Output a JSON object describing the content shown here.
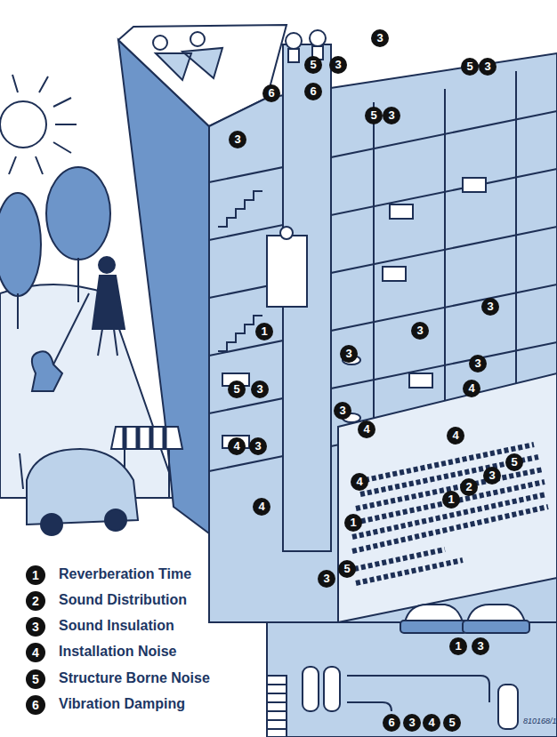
{
  "diagram": {
    "labels": [
      "3",
      "5",
      "3",
      "5",
      "3",
      "6",
      "6",
      "5",
      "3",
      "3",
      "3",
      "1",
      "3",
      "3",
      "3",
      "5",
      "3",
      "4",
      "3",
      "4",
      "4",
      "4",
      "3",
      "3",
      "4",
      "2",
      "5",
      "1",
      "4",
      "1",
      "5",
      "3",
      "1",
      "3",
      "6",
      "3",
      "4",
      "5",
      "1",
      "2",
      "3",
      "4",
      "5",
      "6",
      "810168/1"
    ],
    "legend": [
      {
        "text": "Reverberation Time"
      },
      {
        "text": "Sound Distribution"
      },
      {
        "text": "Sound Insulation"
      },
      {
        "text": "Installation Noise"
      },
      {
        "text": "Structure Borne Noise"
      },
      {
        "text": "Vibration Damping"
      }
    ]
  }
}
